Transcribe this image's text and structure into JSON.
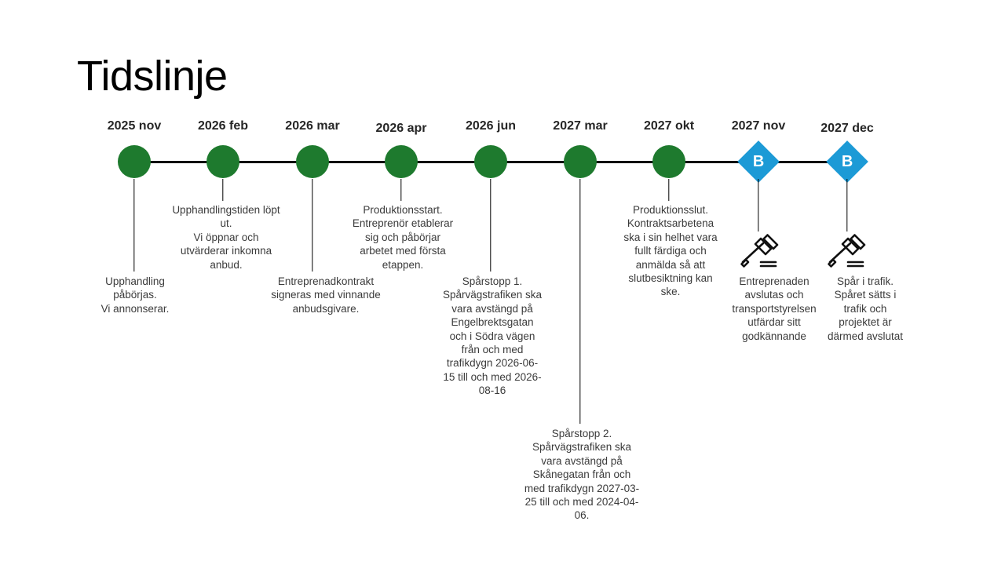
{
  "title": "Tidslinje",
  "theme": {
    "circle_color": "#1e7a2e",
    "diamond_color": "#1c9ad6",
    "line_color": "#000000",
    "text_color": "#3b3b3b",
    "title_color": "#000000"
  },
  "milestones": [
    {
      "date": "2025 nov",
      "marker": "circle",
      "marker_label": "",
      "icon": "",
      "description": "Upphandling påbörjas.\nVi annonserar."
    },
    {
      "date": "2026 feb",
      "marker": "circle",
      "marker_label": "",
      "icon": "",
      "description": "Upphandlingstiden löpt ut.\nVi öppnar och utvärderar inkomna anbud."
    },
    {
      "date": "2026 mar",
      "marker": "circle",
      "marker_label": "",
      "icon": "",
      "description": "Entreprenadkontrakt signeras med vinnande anbudsgivare."
    },
    {
      "date": "2026 apr",
      "marker": "circle",
      "marker_label": "",
      "icon": "",
      "description": "Produktionsstart. Entreprenör etablerar sig och påbörjar arbetet med första etappen."
    },
    {
      "date": "2026 jun",
      "marker": "circle",
      "marker_label": "",
      "icon": "",
      "description": "Spårstopp 1. Spårvägstrafiken ska vara avstängd på Engelbrektsgatan och i Södra vägen från och med trafikdygn 2026-06-15 till och med 2026-08-16"
    },
    {
      "date": "2027 mar",
      "marker": "circle",
      "marker_label": "",
      "icon": "",
      "description": "Spårstopp 2. Spårvägstrafiken ska vara avstängd på Skånegatan från och med trafikdygn 2027-03-25 till och med 2024-04-06."
    },
    {
      "date": "2027 okt",
      "marker": "circle",
      "marker_label": "",
      "icon": "",
      "description": "Produktionsslut. Kontraktsarbetena ska i sin helhet vara fullt färdiga och anmälda så att slutbesiktning kan ske."
    },
    {
      "date": "2027 nov",
      "marker": "diamond",
      "marker_label": "B",
      "icon": "gavel-icon",
      "description": "Entreprenaden avslutas och transportstyrelsen utfärdar sitt godkännande"
    },
    {
      "date": "2027 dec",
      "marker": "diamond",
      "marker_label": "B",
      "icon": "gavel-icon",
      "description": "Spår i trafik. Spåret sätts i trafik och projektet är därmed avslutat"
    }
  ]
}
